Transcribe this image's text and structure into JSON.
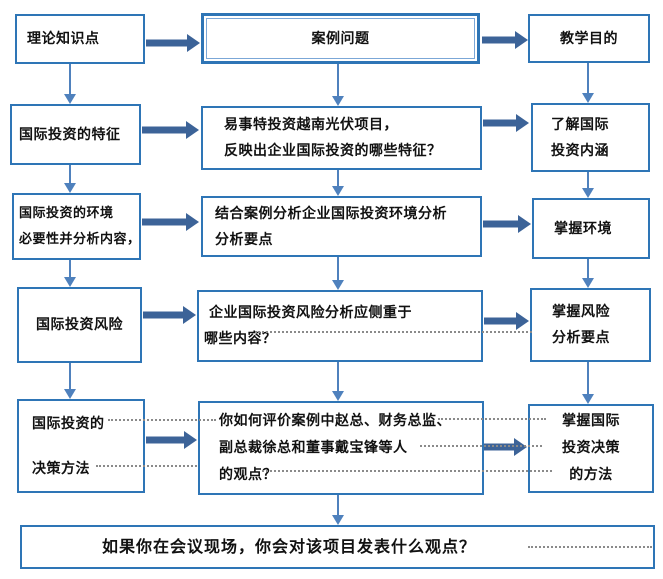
{
  "boxes": {
    "theory": {
      "line1": "理论知识点"
    },
    "case": {
      "line1": "案例问题"
    },
    "purpose": {
      "line1": "教学目的"
    },
    "features": {
      "line1": "国际投资的特征"
    },
    "q_features": {
      "line1": "易事特投资越南光伏项目，",
      "line2": "反映出企业国际投资的哪些特征？"
    },
    "understand": {
      "line1": "了解国际",
      "line2": "投资内涵"
    },
    "environment": {
      "line1": "国际投资的环境",
      "line2": "必要性并分析内容，"
    },
    "q_environment": {
      "line1": "结合案例分析企业国际投资环境分析",
      "line2": "分析要点"
    },
    "grasp_environment": {
      "line1": "掌握环境"
    },
    "risk": {
      "line1": "国际投资风险"
    },
    "q_risk": {
      "line1": "企业国际投资风险分析应侧重于",
      "line2": "哪些内容？"
    },
    "grasp_risk": {
      "line1": "掌握风险",
      "line2": "分析要点"
    },
    "decision": {
      "line1": "国际投资的",
      "line2": "决策方法"
    },
    "q_opinions": {
      "line1": "你如何评价案例中赵总、财务总监、",
      "line2": "副总裁徐总和董事戴宝锋等人",
      "line3": "的观点？"
    },
    "grasp_decision": {
      "line1": "掌握国际",
      "line2": "投资决策",
      "line3": "的方法"
    },
    "final": {
      "line1": "如果你在会议现场，你会对该项目发表什么观点？"
    }
  },
  "colors": {
    "box_border": "#2e75b6",
    "arrow_thick": "#3c6398",
    "arrow_thin": "#4f81bd",
    "dotted_leader": "#8a8a8a",
    "text": "#111111"
  }
}
